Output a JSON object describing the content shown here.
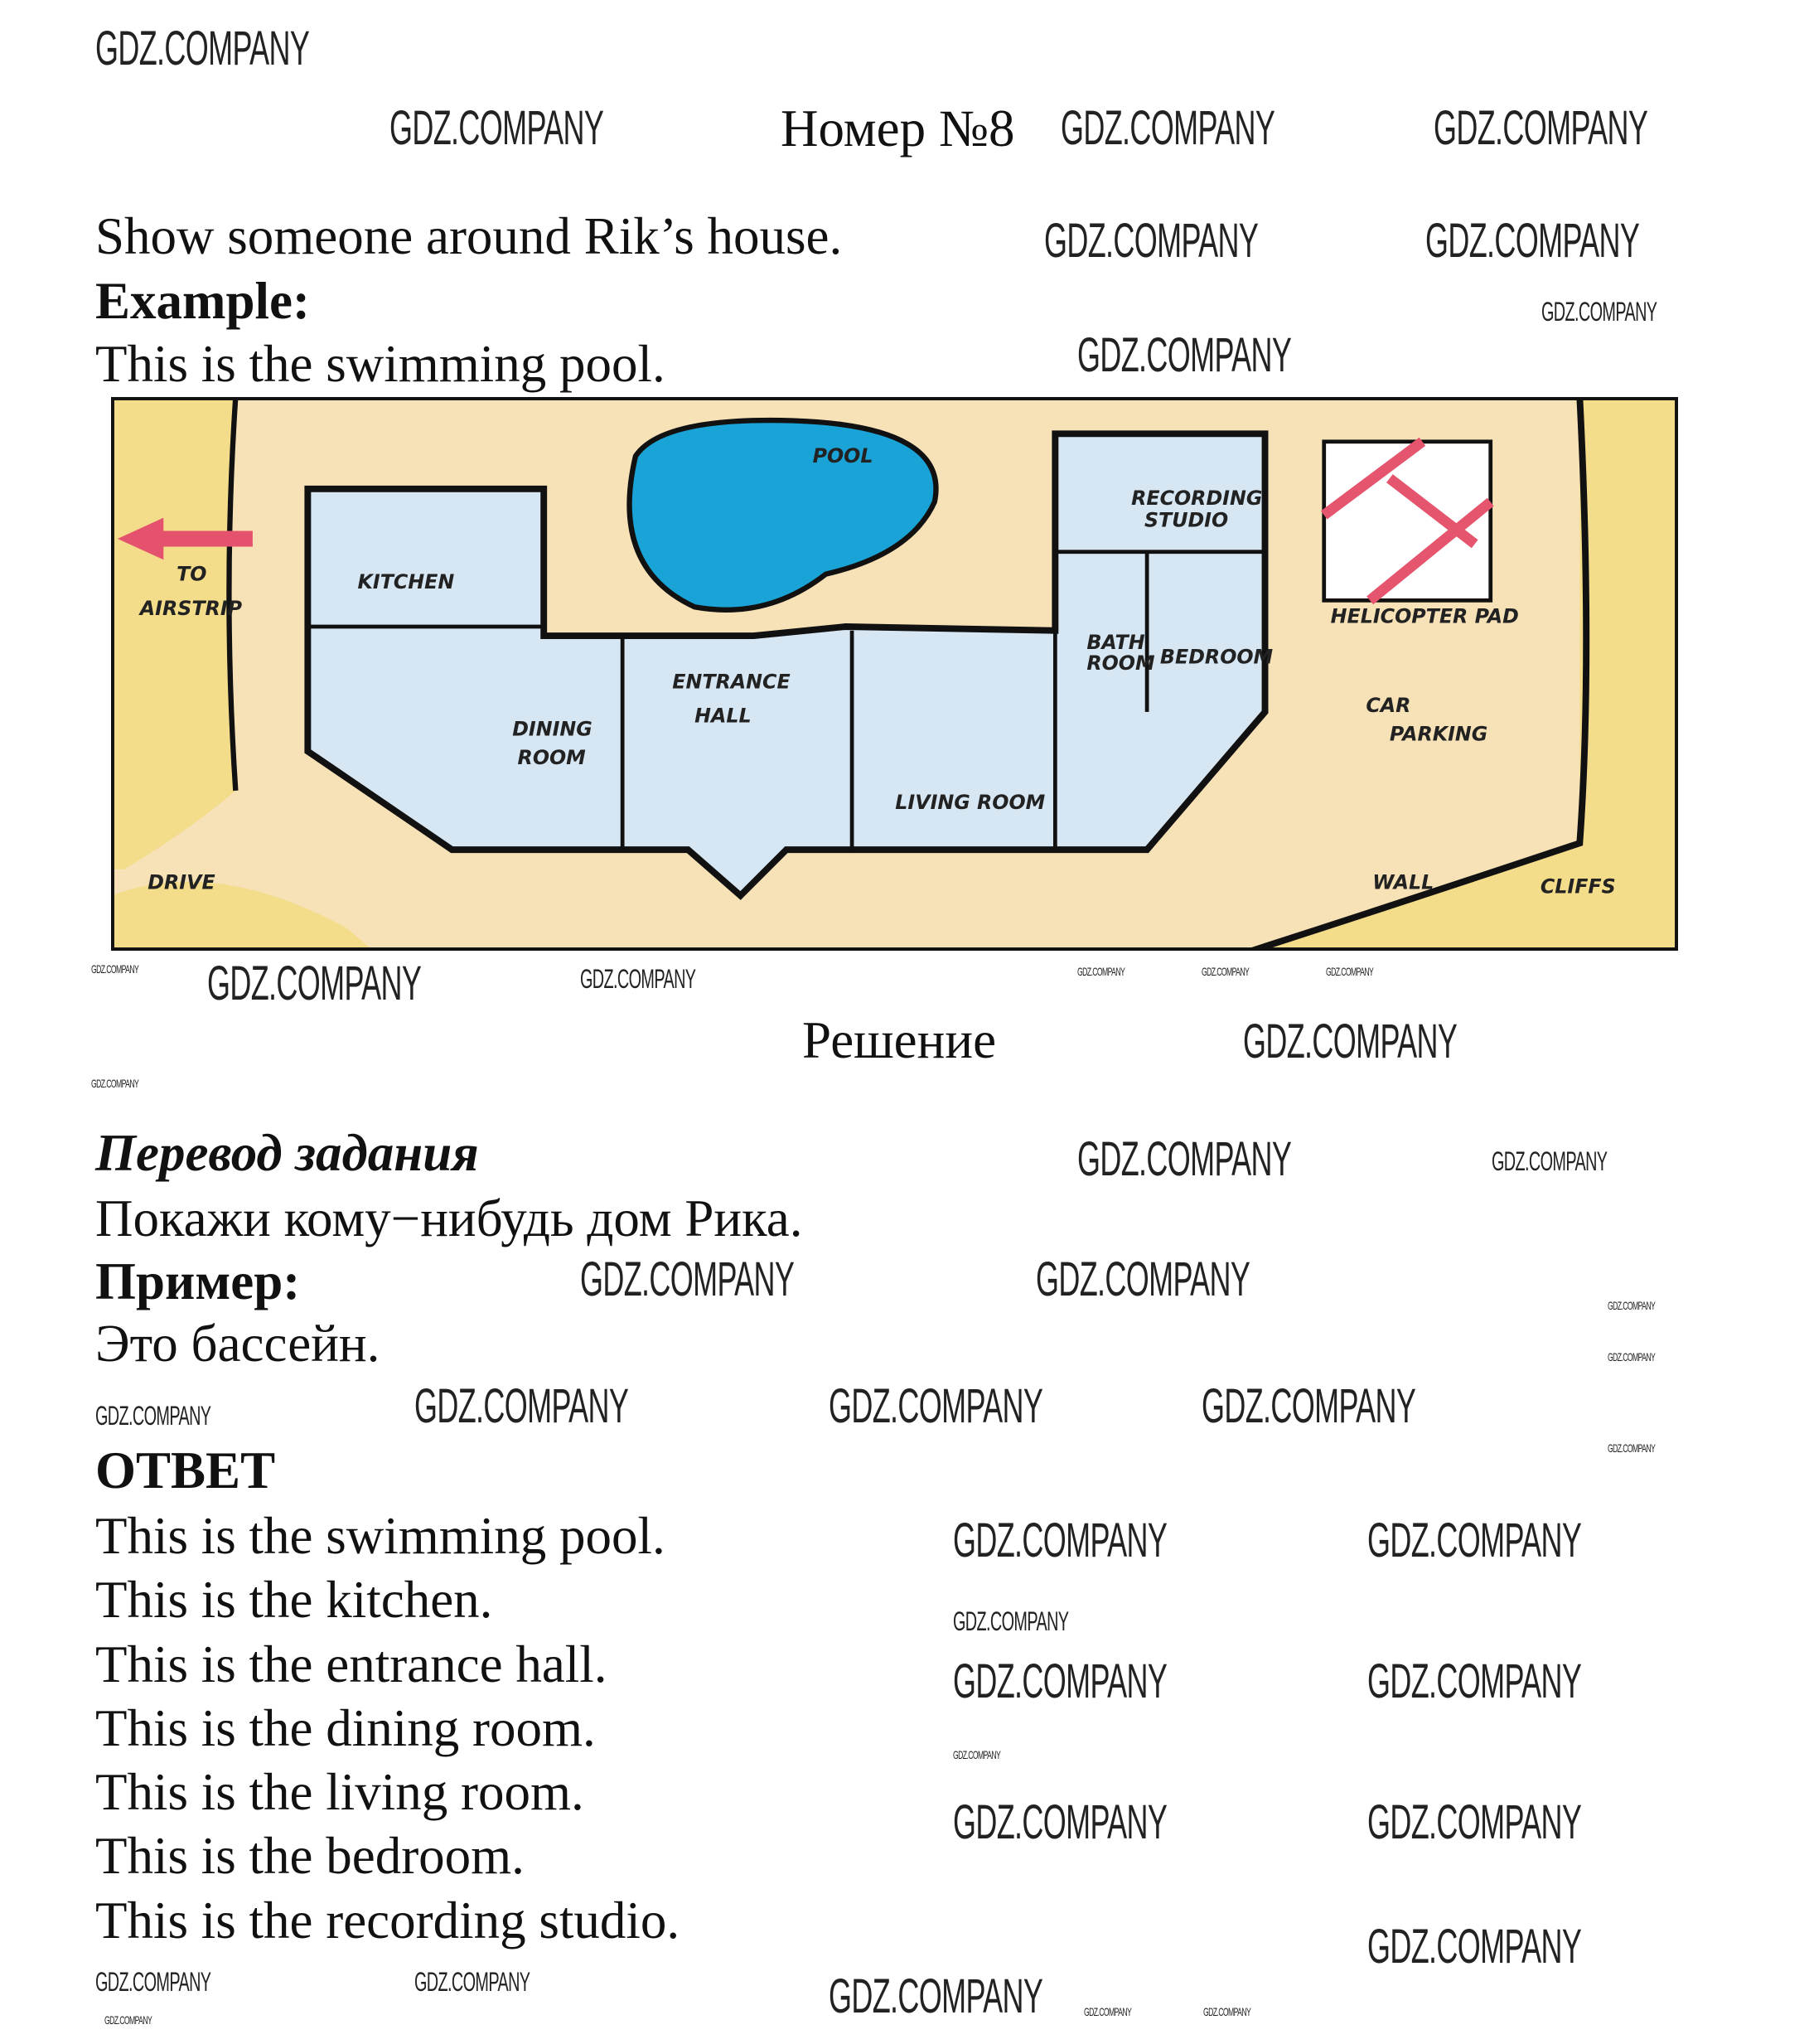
{
  "header": {
    "title": "Номер №8"
  },
  "task": {
    "instruction": "Show someone around Rik’s house.",
    "example_label": "Example:",
    "example_text": "This is the swimming pool."
  },
  "map": {
    "labels": {
      "to": "TO",
      "airstrip": "AIRSTRIP",
      "pool": "POOL",
      "kitchen": "KITCHEN",
      "dining": "DINING",
      "room": "ROOM",
      "entrance": "ENTRANCE",
      "hall": "HALL",
      "living_room": "LIVING ROOM",
      "recording": "RECORDING",
      "studio": "STUDIO",
      "bath": "BATH",
      "bath_room": "ROOM",
      "bedroom": "BEDROOM",
      "helicopter_pad": "HELICOPTER PAD",
      "car": "CAR",
      "parking": "PARKING",
      "wall": "WALL",
      "cliffs": "CLIFFS",
      "drive": "DRIVE"
    },
    "colors": {
      "sand": "#f7e2b8",
      "house": "#d6e6f2",
      "pool": "#1aa3d6",
      "arrow": "#e5526e",
      "pad_cross": "#e5566e"
    }
  },
  "solution": {
    "title": "Решение",
    "translation_label": "Перевод задания",
    "translation_text": "Покажи кому−нибудь дом Рика.",
    "example_label": "Пример:",
    "example_text": "Это бассейн."
  },
  "answer": {
    "label": "ОТВЕТ",
    "lines": [
      "This is the swimming pool.",
      "This is the kitchen.",
      "This is the entrance hall.",
      "This is the dining room.",
      "This is the living room.",
      "This is the bedroom.",
      "This is the recording studio."
    ]
  },
  "watermark": "GDZ.COMPANY"
}
